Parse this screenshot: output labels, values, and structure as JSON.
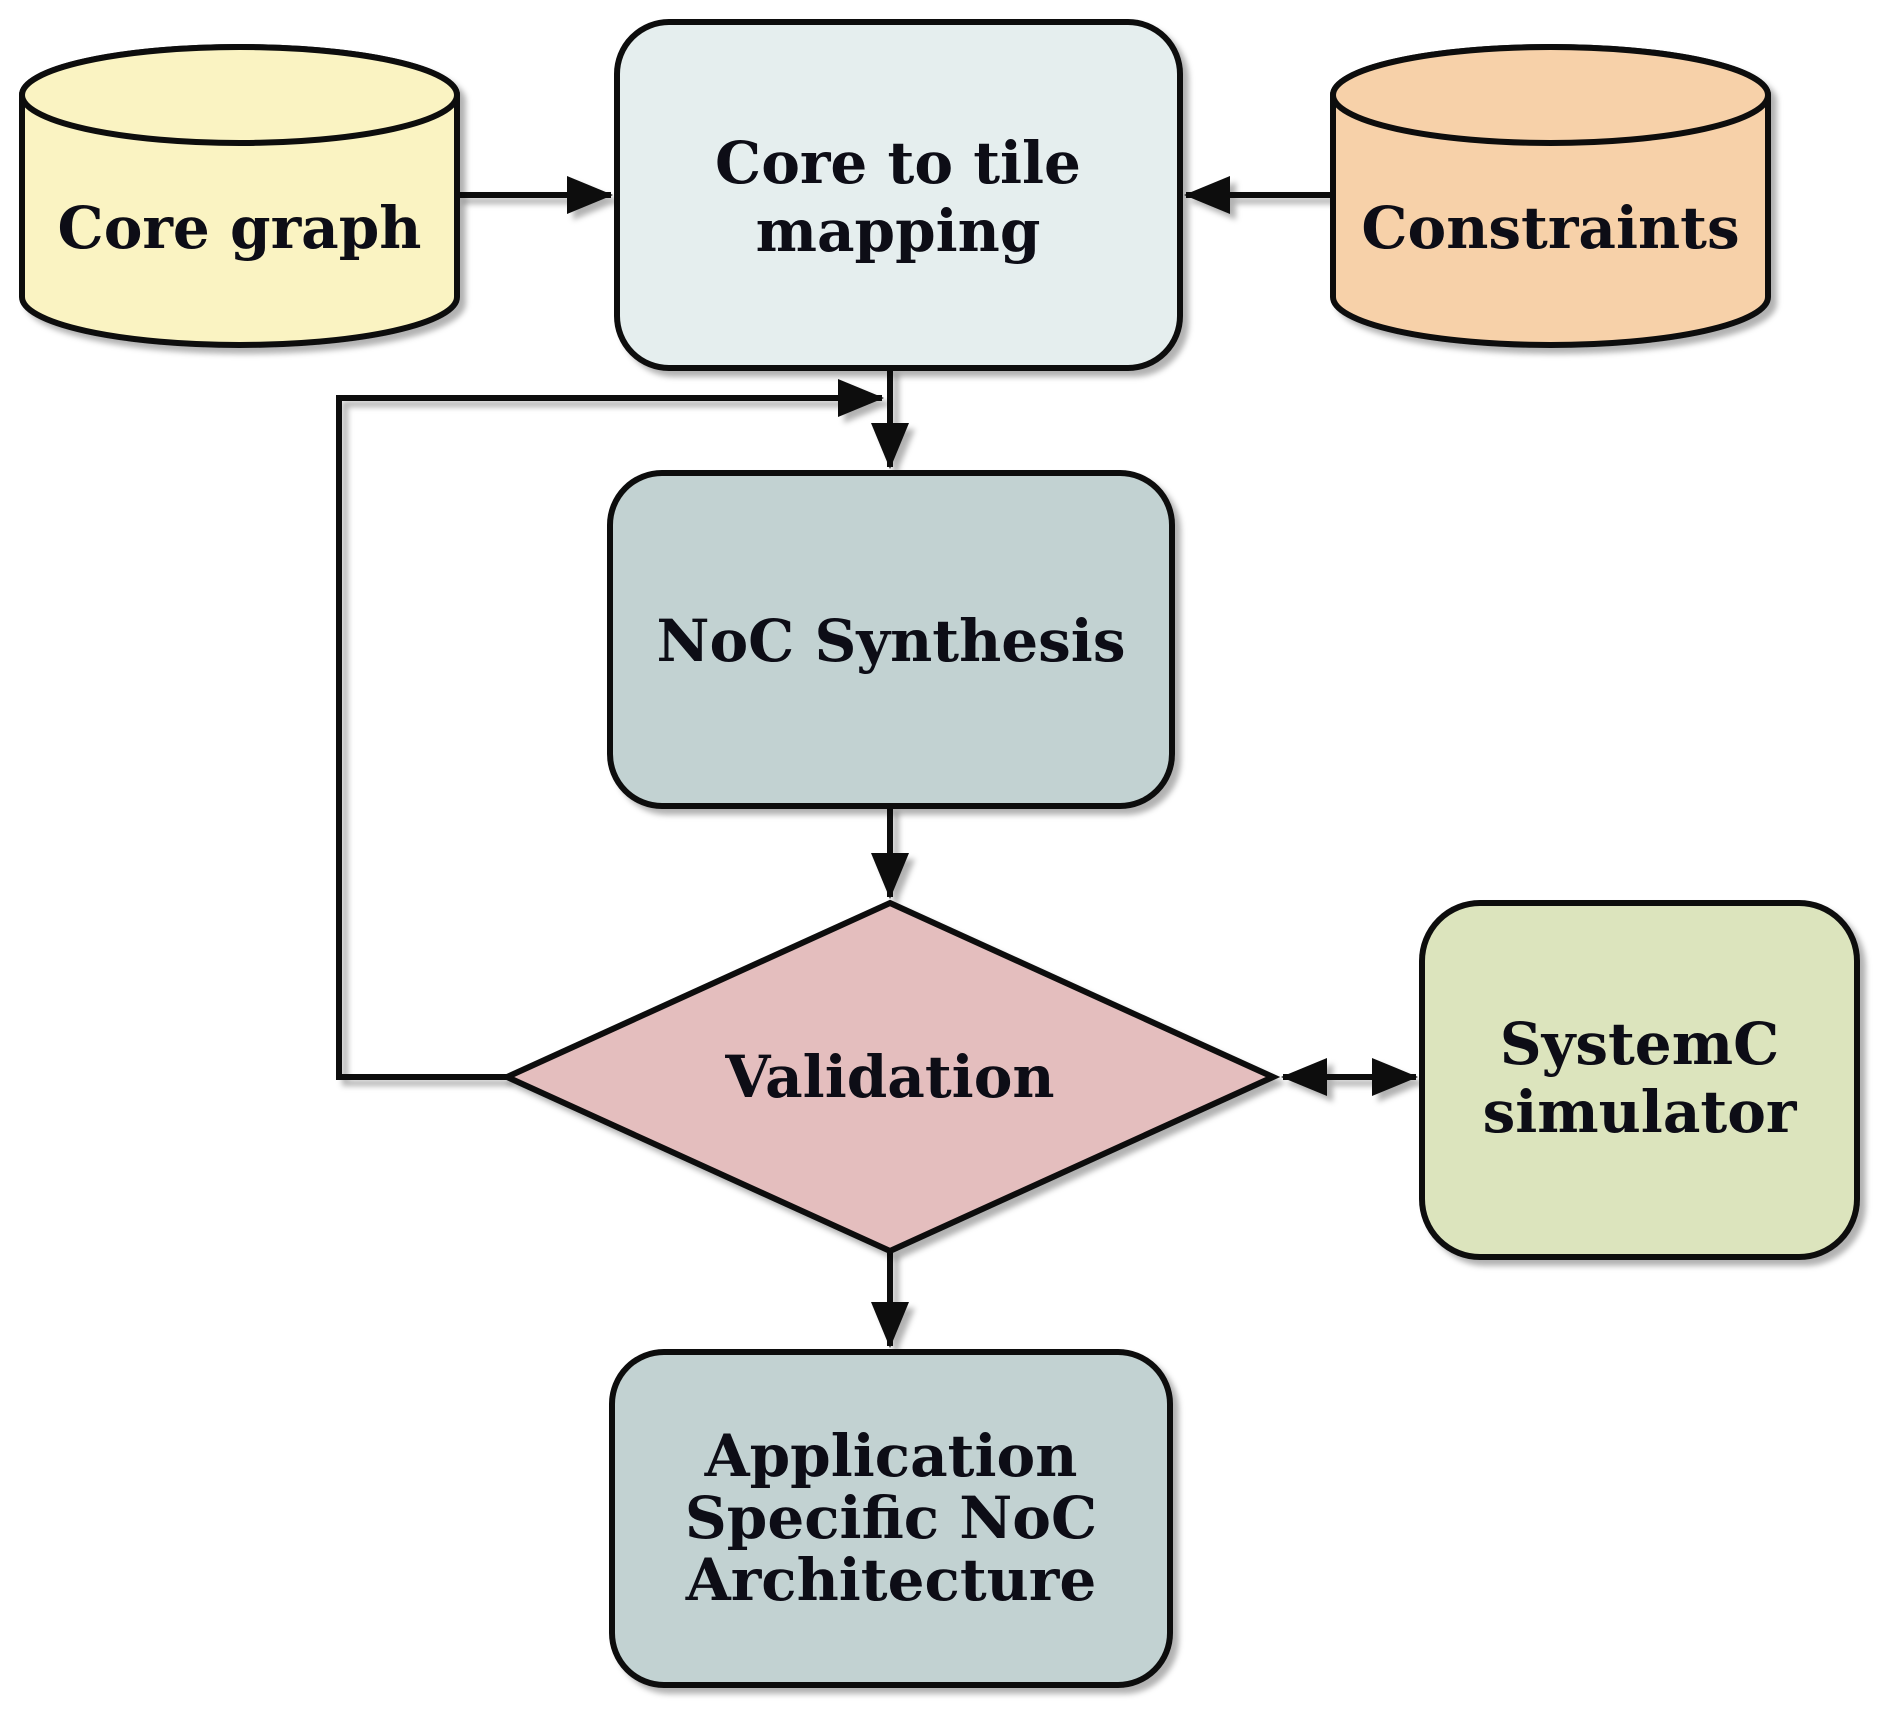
{
  "nodes": {
    "core_graph": {
      "shape": "cylinder",
      "fill": "#FAF3C2",
      "label": "Core graph"
    },
    "core_to_tile_mapping": {
      "shape": "rounded-rect",
      "fill": "#E5EEEE",
      "lines": [
        "Core to tile",
        "mapping"
      ]
    },
    "constraints": {
      "shape": "cylinder",
      "fill": "#F7D1A9",
      "label": "Constraints"
    },
    "noc_synthesis": {
      "shape": "rounded-rect",
      "fill": "#C2D2D2",
      "label": "NoC Synthesis"
    },
    "validation": {
      "shape": "diamond",
      "fill": "#E4BEBE",
      "label": "Validation"
    },
    "systemc_simulator": {
      "shape": "rounded-rect",
      "fill": "#DCE4BD",
      "lines": [
        "SystemC",
        "simulator"
      ]
    },
    "application_specific_noc_architecture": {
      "shape": "rounded-rect",
      "fill": "#C2D2D2",
      "lines": [
        "Application",
        "Specific NoC",
        "Architecture"
      ]
    }
  },
  "edges": [
    {
      "from": "core_graph",
      "to": "core_to_tile_mapping",
      "arrow": "single"
    },
    {
      "from": "constraints",
      "to": "core_to_tile_mapping",
      "arrow": "single"
    },
    {
      "from": "core_to_tile_mapping",
      "to": "noc_synthesis",
      "arrow": "single"
    },
    {
      "from": "noc_synthesis",
      "to": "validation",
      "arrow": "single"
    },
    {
      "from": "validation",
      "to": "noc_synthesis",
      "arrow": "single",
      "kind": "feedback-loop"
    },
    {
      "from": "validation",
      "to": "systemc_simulator",
      "arrow": "double"
    },
    {
      "from": "validation",
      "to": "application_specific_noc_architecture",
      "arrow": "single"
    }
  ],
  "colors": {
    "stroke": "#0d0d0d",
    "text": "#0a0a14",
    "background": "#ffffff"
  }
}
